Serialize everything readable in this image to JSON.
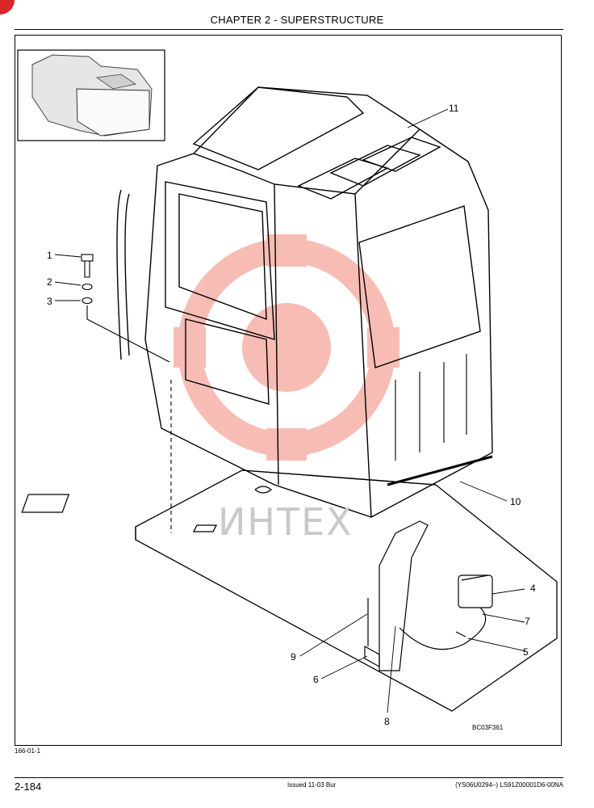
{
  "header": {
    "title": "CHAPTER 2 - SUPERSTRUCTURE"
  },
  "figure": {
    "code": "BC03F361",
    "watermark": "ИНТЕХ",
    "callouts": [
      "1",
      "2",
      "3",
      "4",
      "5",
      "6",
      "7",
      "8",
      "9",
      "10",
      "11"
    ]
  },
  "ref_code": "166-01-1",
  "footer": {
    "page": "2-184",
    "issue": "Issued 11-03   Bur",
    "serial": "(YS06U0294–)   LS91Z00001D6-00NA"
  },
  "colors": {
    "line": "#000000",
    "watermark_red": "#e9442f",
    "corner_mark": "#d9262b"
  }
}
